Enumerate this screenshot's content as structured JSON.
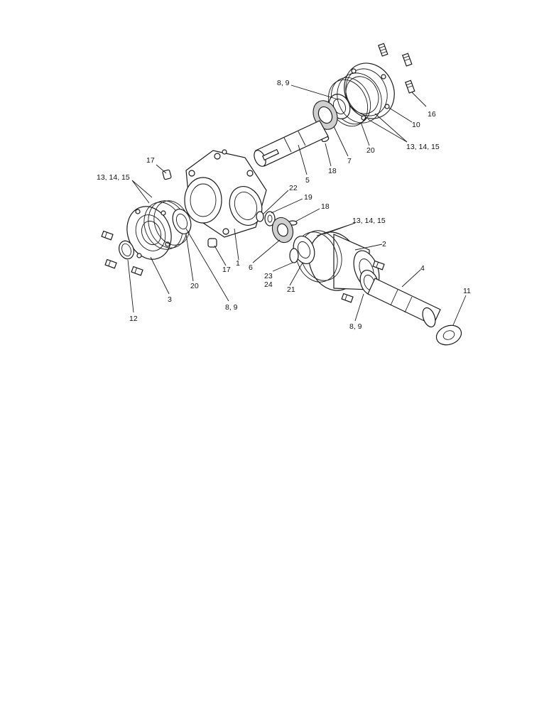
{
  "callouts": {
    "c_8_9_top": "8, 9",
    "c_16": "16",
    "c_10": "10",
    "c_13_14_15_top": "13, 14, 15",
    "c_20_top": "20",
    "c_7": "7",
    "c_18_top": "18",
    "c_5": "5",
    "c_17_top": "17",
    "c_13_14_15_left": "13, 14, 15",
    "c_22": "22",
    "c_19": "19",
    "c_18_mid": "18",
    "c_13_14_15_mid": "13, 14, 15",
    "c_2": "2",
    "c_1": "1",
    "c_17_bottom": "17",
    "c_6": "6",
    "c_23": "23",
    "c_24": "24",
    "c_21": "21",
    "c_4": "4",
    "c_20_left": "20",
    "c_3": "3",
    "c_8_9_left": "8, 9",
    "c_12": "12",
    "c_8_9_bottom": "8, 9",
    "c_11": "11"
  }
}
